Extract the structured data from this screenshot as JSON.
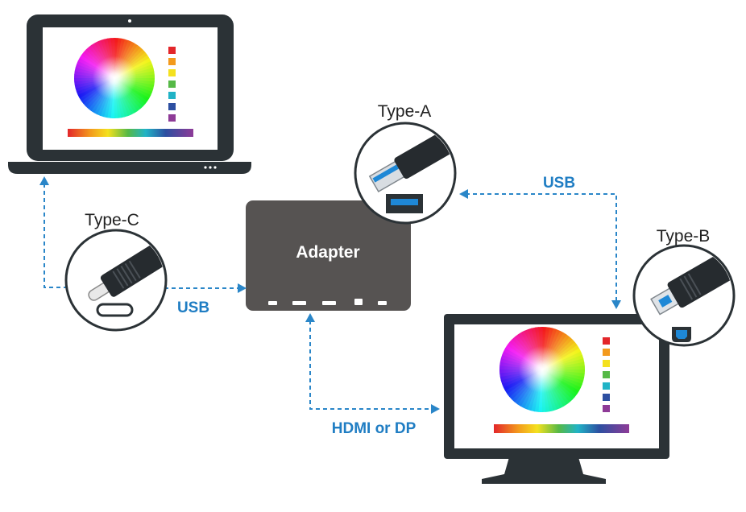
{
  "labels": {
    "type_c": "Type-C",
    "type_a": "Type-A",
    "type_b": "Type-B",
    "adapter": "Adapter",
    "usb_left": "USB",
    "usb_right": "USB",
    "hdmi_dp": "HDMI or DP"
  },
  "colors": {
    "device_body": "#2b3236",
    "adapter_body": "#565352",
    "connector_line": "#2a86c8",
    "label_blue": "#1f7dc3",
    "usb_port_blue": "#1e88d6"
  },
  "icons": {
    "laptop": "laptop-icon",
    "monitor": "monitor-icon",
    "adapter": "adapter-box-icon",
    "type_c_connector": "usb-type-c-connector-icon",
    "type_a_connector": "usb-type-a-connector-icon",
    "type_b_connector": "usb-type-b-connector-icon",
    "color_wheel": "color-wheel-icon"
  }
}
